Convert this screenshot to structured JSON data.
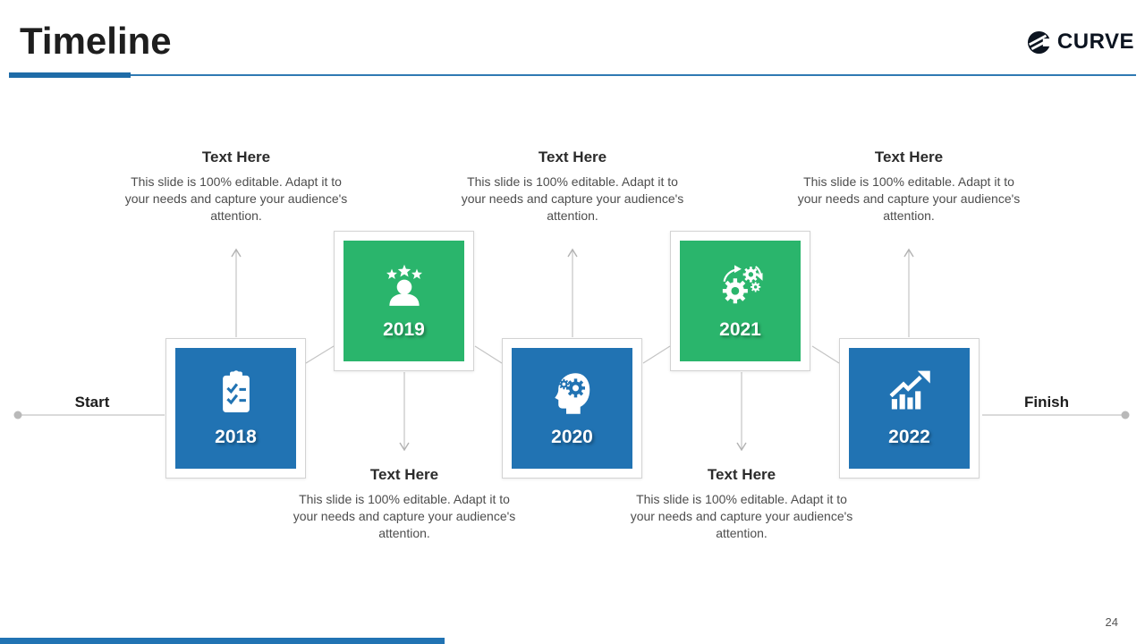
{
  "slide": {
    "title": "Timeline",
    "page_number": "24",
    "logo_text": "CURVE",
    "accent_color": "#1f6ca8"
  },
  "timeline": {
    "start_label": "Start",
    "finish_label": "Finish",
    "box_colors": {
      "blue": "#2173b3",
      "green": "#2ab56c"
    },
    "items": [
      {
        "year": "2018",
        "variant": "blue",
        "icon": "clipboard-checklist-icon",
        "text_position": "above",
        "heading": "Text Here",
        "body": "This slide is 100% editable. Adapt it to your needs and capture your audience's attention."
      },
      {
        "year": "2019",
        "variant": "green",
        "icon": "person-rating-stars-icon",
        "text_position": "below",
        "heading": "Text Here",
        "body": "This slide is 100% editable. Adapt it to your needs and capture your audience's attention."
      },
      {
        "year": "2020",
        "variant": "blue",
        "icon": "head-gears-icon",
        "text_position": "above",
        "heading": "Text Here",
        "body": "This slide is 100% editable. Adapt it to your needs and capture your audience's attention."
      },
      {
        "year": "2021",
        "variant": "green",
        "icon": "process-gears-icon",
        "text_position": "below",
        "heading": "Text Here",
        "body": "This slide is 100% editable. Adapt it to your needs and capture your audience's attention."
      },
      {
        "year": "2022",
        "variant": "blue",
        "icon": "growth-chart-icon",
        "text_position": "above",
        "heading": "Text Here",
        "body": "This slide is 100% editable. Adapt it to your needs and capture your audience's attention."
      }
    ]
  }
}
